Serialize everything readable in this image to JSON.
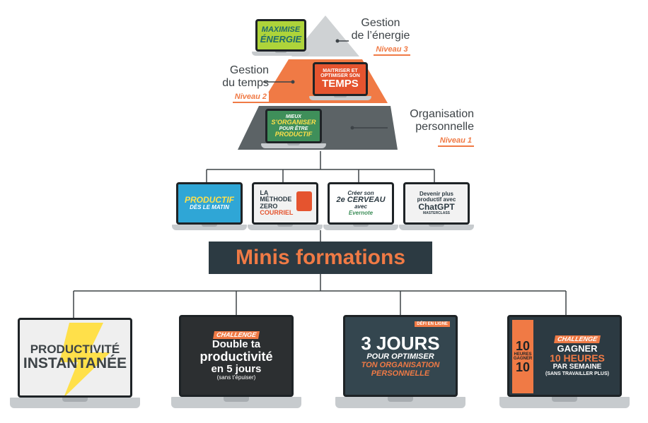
{
  "pyramid": {
    "top": {
      "title_line1": "Gestion",
      "title_line2": "de l’énergie",
      "level": "Niveau 3",
      "screen_line1": "MAXIMISE",
      "screen_line2": "ÉNERGIE"
    },
    "middle": {
      "title_line1": "Gestion",
      "title_line2": "du temps",
      "level": "Niveau 2",
      "screen_line1": "MAITRISER ET",
      "screen_line2": "OPTIMISER SON",
      "screen_line3": "TEMPS"
    },
    "bottom": {
      "title_line1": "Organisation",
      "title_line2": "personnelle",
      "level": "Niveau 1",
      "screen_line1": "MIEUX",
      "screen_line2": "S’ORGANISER",
      "screen_line3": "POUR ÊTRE",
      "screen_line4": "PRODUCTIF"
    }
  },
  "mini_courses": [
    {
      "line1": "PRODUCTIF",
      "line2": "DÈS LE MATIN"
    },
    {
      "line1": "LA",
      "line2": "MÉTHODE",
      "line3": "ZERO",
      "line4": "COURRIEL"
    },
    {
      "line1": "Créer son",
      "line2": "2e CERVEAU",
      "line3": "avec",
      "line4": "Evernote"
    },
    {
      "line1": "Devenir plus",
      "line2": "productif avec",
      "line3": "ChatGPT",
      "line4": "MASTERCLASS"
    }
  ],
  "banner": {
    "label": "Minis formations"
  },
  "formations": [
    {
      "line1": "PRODUCTIVITÉ",
      "line2": "INSTANTANÉE"
    },
    {
      "tag": "CHALLENGE",
      "line1": "Double ta",
      "line2": "productivité",
      "line3": "en 5 jours",
      "line4": "(sans t’épuiser)"
    },
    {
      "tag": "DÉFI EN LIGNE",
      "line1": "3 JOURS",
      "line2": "POUR OPTIMISER",
      "line3": "TON ORGANISATION",
      "line4": "PERSONNELLE"
    },
    {
      "tag": "CHALLENGE",
      "side1": "10",
      "side2": "HEURES",
      "side3": "GAGNER",
      "side4": "10",
      "line1": "GAGNER",
      "line2": "10 HEURES",
      "line3": "PAR SEMAINE",
      "line4": "(SANS TRAVAILLER PLUS)"
    }
  ],
  "colors": {
    "orange": "#f07a45",
    "dark": "#2c3a42",
    "pyramid_top": "#cfd2d4",
    "pyramid_mid": "#f07a45",
    "pyramid_bottom": "#5c6366"
  }
}
